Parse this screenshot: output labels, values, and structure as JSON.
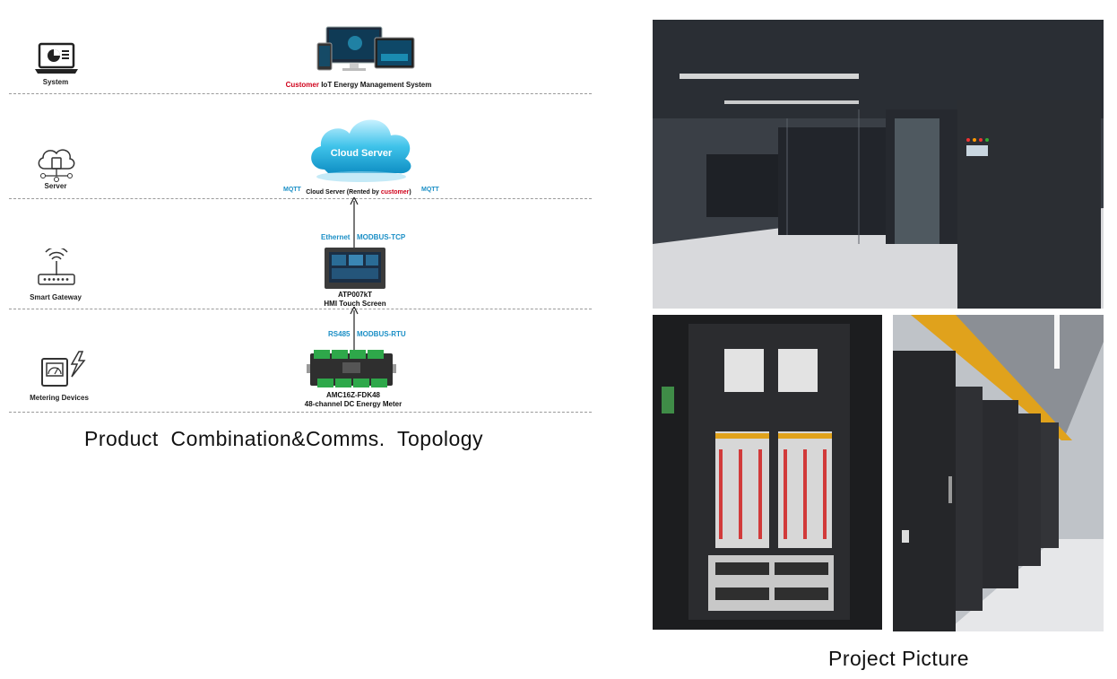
{
  "tiers": {
    "system": {
      "label": "System",
      "caption_highlight": "Customer",
      "caption_rest": " IoT Energy Management System"
    },
    "server": {
      "label": "Server",
      "cloud_text": "Cloud Server",
      "caption_prefix": "Cloud Server (Rented by ",
      "caption_highlight": "customer",
      "caption_suffix": ")",
      "mqtt_left": "MQTT",
      "mqtt_right": "MQTT"
    },
    "gateway": {
      "label": "Smart Gateway",
      "link_left": "Ethernet",
      "link_right": "MODBUS-TCP",
      "device_model": "ATP007kT",
      "device_desc": "HMI Touch Screen"
    },
    "metering": {
      "label": "Metering Devices",
      "link_left": "RS485",
      "link_right": "MODBUS-RTU",
      "device_model": "AMC16Z-FDK48",
      "device_desc": "48-channel DC Energy Meter"
    }
  },
  "captions": {
    "topology": "Product  Combination&Comms.  Topology",
    "project": "Project Picture"
  },
  "colors": {
    "accent_red": "#d0021b",
    "protocol_blue": "#1b8fc6",
    "cloud_cyan": "#3fc3ea"
  },
  "icons": [
    "laptop-chart-icon",
    "cloud-network-icon",
    "wifi-router-icon",
    "meter-lightning-icon"
  ]
}
